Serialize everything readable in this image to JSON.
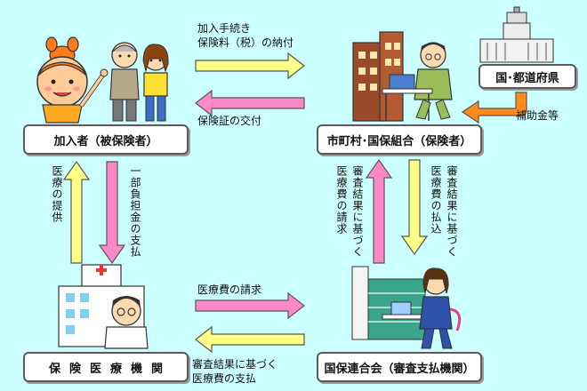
{
  "nodes": {
    "insured": "加入者（被保険者）",
    "insurer": "市町村･国保組合（保険者）",
    "medical": "保険医療機関",
    "federation": "国保連合会（審査支払機関）",
    "government": "国･都道府県"
  },
  "flows": {
    "premium_line1": "加入手続き",
    "premium_line2": "保険料（税）の納付",
    "certificate": "保険証の交付",
    "subsidy": "補助金等",
    "medical_care": "医療の提供",
    "copayment": "一部負担金の支払",
    "claim_insurer_line1": "審査結果に基づく",
    "claim_insurer_line2": "医療費の請求",
    "payment_federation_line1": "審査結果に基づく",
    "payment_federation_line2": "医療費の払込",
    "claim_medical": "医療費の請求",
    "payment_medical_line1": "審査結果に基づく",
    "payment_medical_line2": "医療費の支払"
  },
  "colors": {
    "background": "#ccffff",
    "yellow_arrow": "#ffff88",
    "pink_arrow": "#ff88c8",
    "orange_arrow": "#ff8c1a",
    "box_border": "#5a5a5a"
  }
}
